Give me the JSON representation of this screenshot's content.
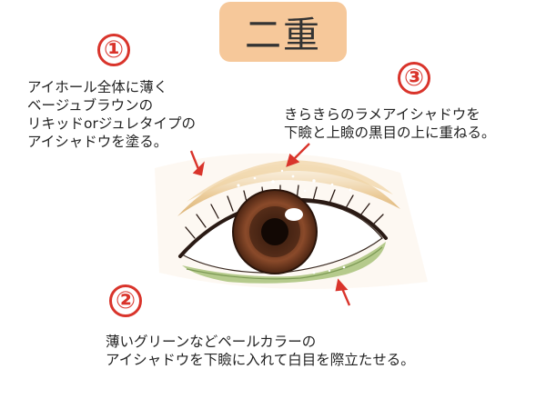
{
  "title": "二重",
  "colors": {
    "badge": "#f6c89a",
    "accent_red": "#d9342b",
    "shadow_beige": "#e8c48a",
    "shadow_green": "#a8c27a",
    "iris": "#8a4a2a"
  },
  "steps": [
    {
      "number": "①",
      "lines": [
        "アイホール全体に薄く",
        "ベージュブラウンの",
        "リキッドorジュレタイプの",
        "アイシャドウを塗る。"
      ]
    },
    {
      "number": "②",
      "lines": [
        "薄いグリーンなどペールカラーの",
        "アイシャドウを下瞼に入れて白目を際立たせる。"
      ]
    },
    {
      "number": "③",
      "lines": [
        "きらきらのラメアイシャドウを",
        "下瞼と上瞼の黒目の上に重ねる。"
      ]
    }
  ],
  "icons": [
    "arrow-icon",
    "eye-illustration"
  ]
}
